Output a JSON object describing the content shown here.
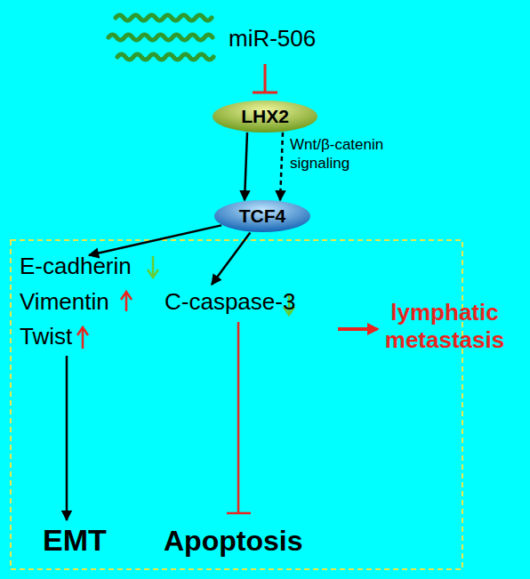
{
  "diagram": {
    "nodes": [
      {
        "text": [
          "LHX2"
        ]
      },
      {
        "text": [
          "TCF4"
        ]
      },
      {
        "text": [
          "E-cadherin",
          "Vimentin",
          "Twist",
          "C-caspase-3",
          "EMT",
          "Apoptosis"
        ]
      }
    ],
    "edges": [
      {
        "from": 0,
        "to": 1,
        "arrow": "to"
      },
      {
        "from": 0,
        "to": 1,
        "label": "Wnt/β-catenin signaling",
        "arrow": "to"
      },
      {
        "from": 1,
        "to": 2,
        "arrow": "to"
      },
      {
        "from": 1,
        "to": 2,
        "arrow": "to"
      }
    ],
    "labels": [
      "miR-506",
      "lymphatic metastasis"
    ]
  }
}
